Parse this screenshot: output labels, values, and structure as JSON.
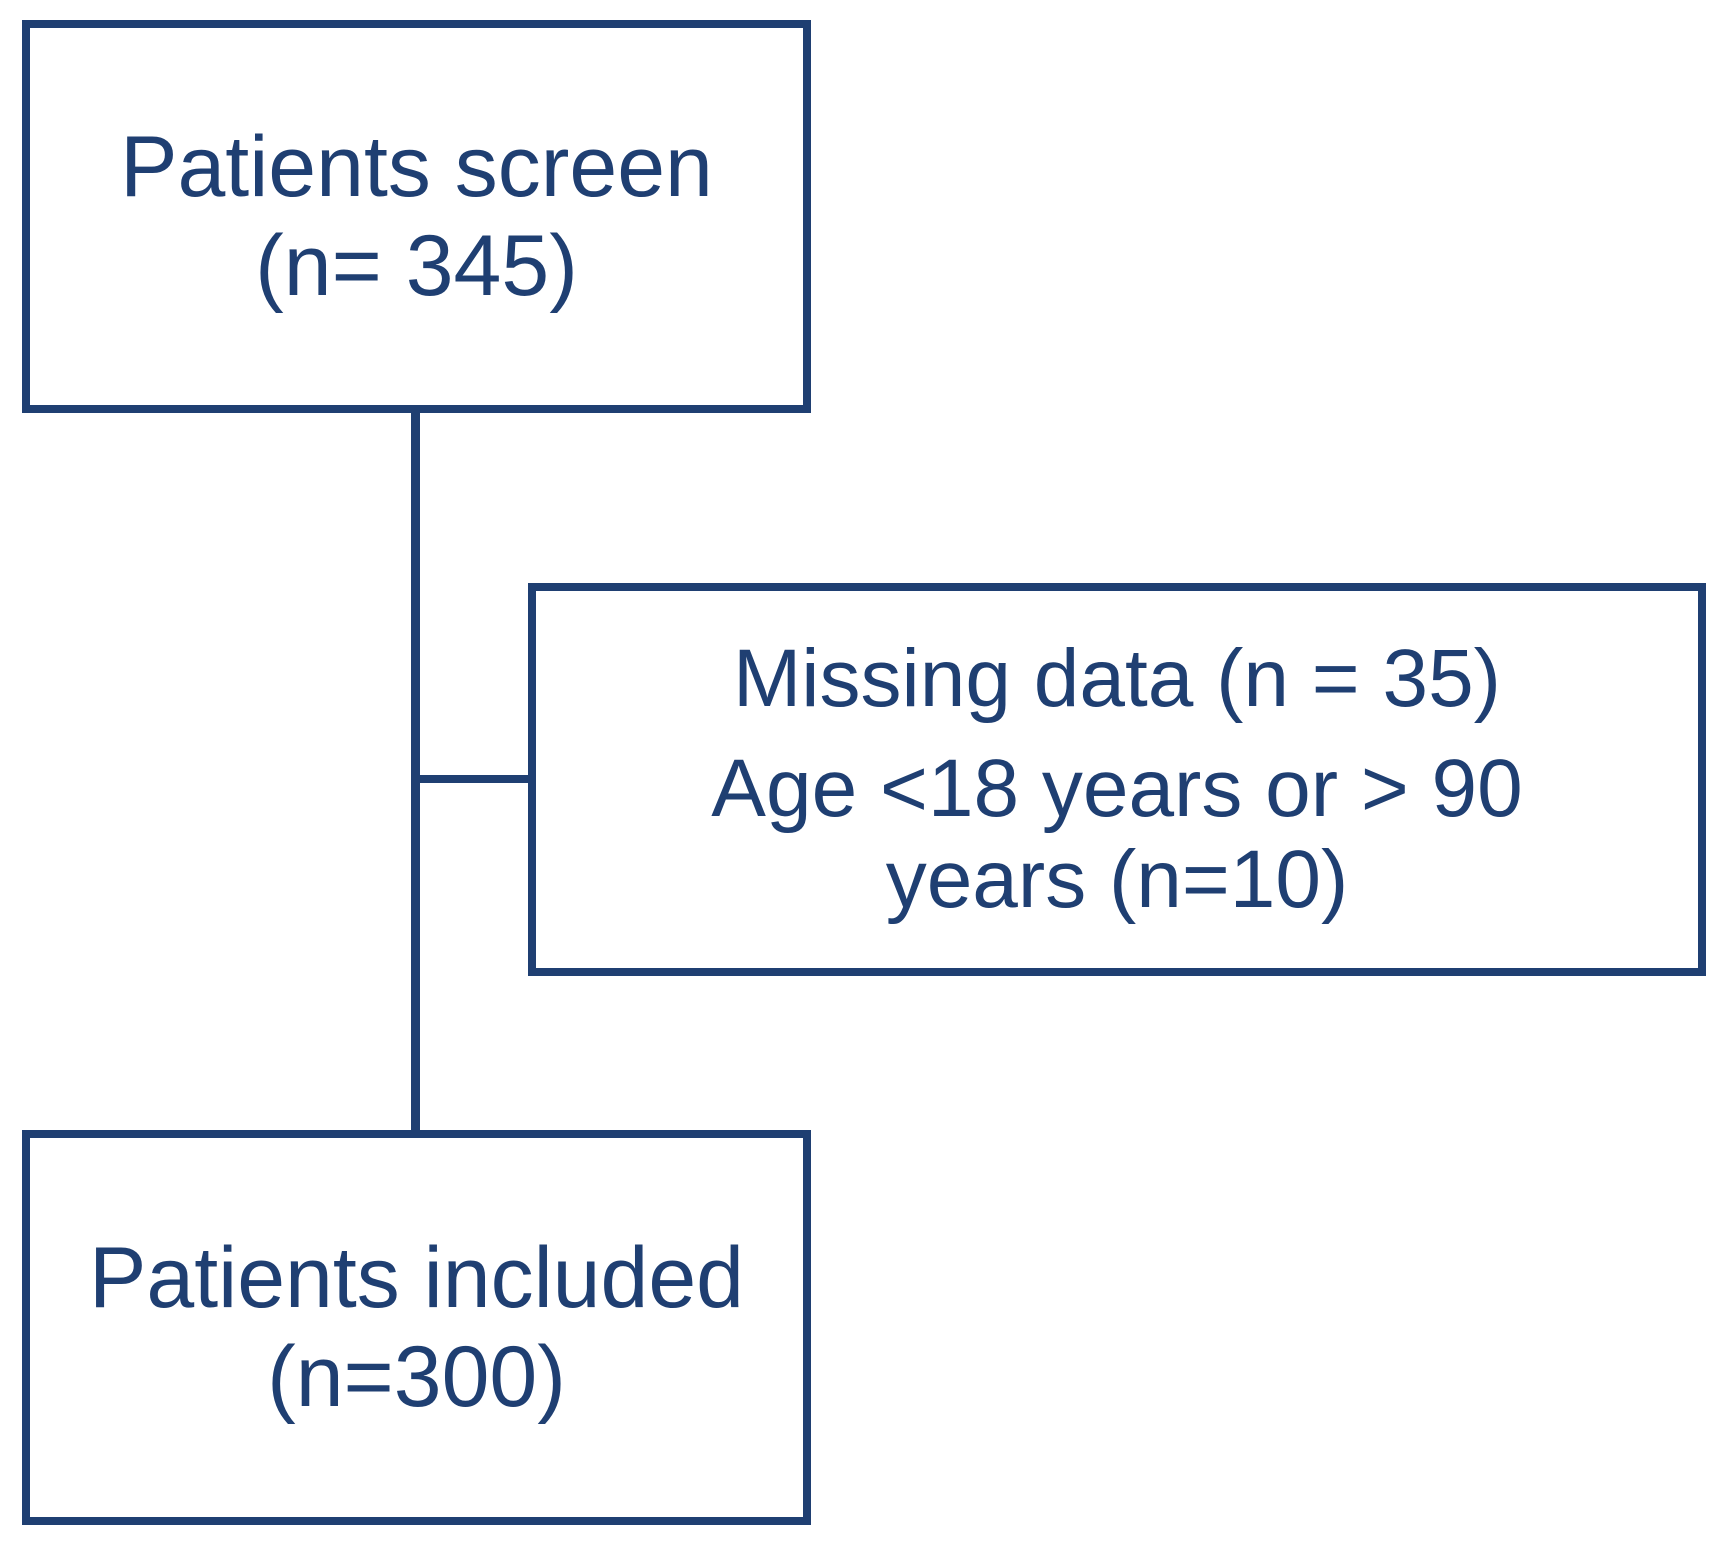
{
  "flowchart": {
    "screened": {
      "line1": "Patients screen",
      "line2": "(n= 345)"
    },
    "excluded": {
      "line1": "Missing data (n = 35)",
      "line2": "Age <18 years or > 90",
      "line3": "years (n=10)"
    },
    "included": {
      "line1": "Patients included",
      "line2": "(n=300)"
    }
  },
  "colors": {
    "stroke": "#1f3f72",
    "text": "#1f3f72",
    "background": "#ffffff"
  }
}
